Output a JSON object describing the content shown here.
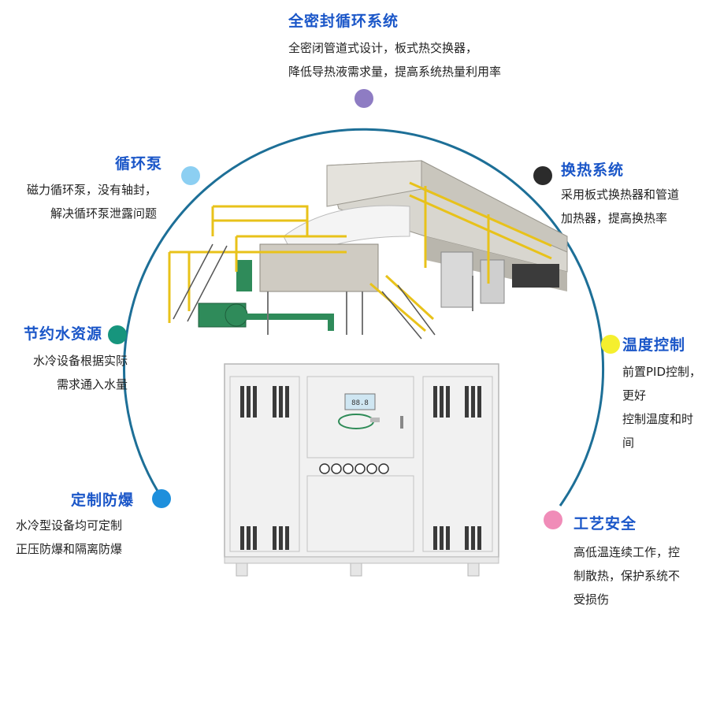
{
  "features": [
    {
      "key": "sealed",
      "title": "全密封循环系统",
      "lines": [
        "全密闭管道式设计，板式热交换器，",
        "降低导热液需求量，提高系统热量利用率"
      ],
      "dot_color": "#8e7cc3"
    },
    {
      "key": "pump",
      "title": "循环泵",
      "lines": [
        "磁力循环泵，没有轴封，",
        "解决循环泵泄露问题"
      ],
      "dot_color": "#8ccff2"
    },
    {
      "key": "heat",
      "title": "换热系统",
      "lines": [
        "采用板式换热器和管道",
        "加热器，提高换热率"
      ],
      "dot_color": "#2b2b2b"
    },
    {
      "key": "water",
      "title": "节约水资源",
      "lines": [
        "水冷设备根据实际",
        "需求通入水量"
      ],
      "dot_color": "#16957d"
    },
    {
      "key": "temp",
      "title": "温度控制",
      "lines": [
        "前置PID控制，",
        "更好",
        "控制温度和时",
        "间"
      ],
      "dot_color": "#f5ef2e"
    },
    {
      "key": "custom",
      "title": "定制防爆",
      "lines": [
        "水冷型设备均可定制",
        "正压防爆和隔离防爆"
      ],
      "dot_color": "#1e8fdc"
    },
    {
      "key": "safety",
      "title": "工艺安全",
      "lines": [
        "高低温连续工作，控",
        "制散热，保护系统不",
        "受损伤"
      ],
      "dot_color": "#f08cb8"
    }
  ],
  "arc_color": "#1d6f97",
  "chiller": {
    "display": "88.8"
  }
}
